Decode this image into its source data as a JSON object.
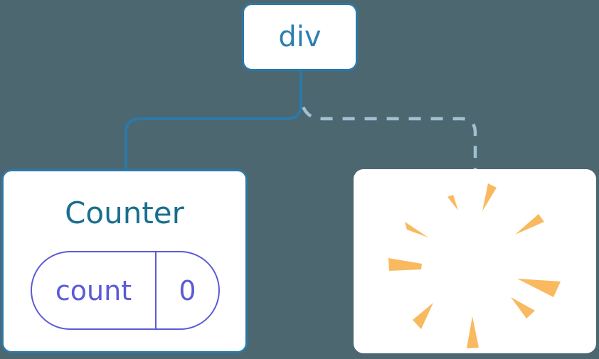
{
  "colors": {
    "bg": "#4D6770",
    "node-bg": "#FFFFFF",
    "node-border": "#2B79A8",
    "root-label": "#2E7FB1",
    "counter-title": "#1A6E8E",
    "state-accent": "#5B5BD6",
    "solid-line": "#2B79A8",
    "dashed-line": "#A0C0D4",
    "poof": "#F9B95F"
  },
  "tree": {
    "root": {
      "label": "div"
    },
    "children": [
      {
        "name": "Counter",
        "connection": "solid",
        "state": {
          "key": "count",
          "value": "0"
        }
      },
      {
        "name": "removed-component",
        "connection": "dashed",
        "icon": "poof-icon"
      }
    ]
  }
}
